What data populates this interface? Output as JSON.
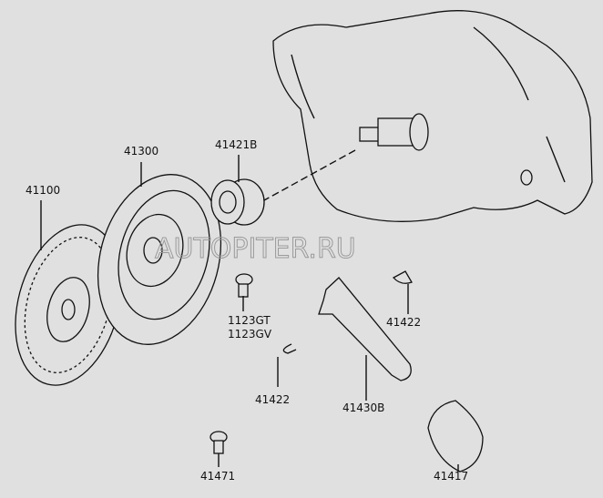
{
  "watermark": "AUTOPITER.RU",
  "labels": {
    "clutch_disc": "41100",
    "pressure_plate": "41300",
    "release_bearing": "41421B",
    "bolt_a": "1123GT",
    "bolt_b": "1123GV",
    "clip_right": "41422",
    "clip_left": "41422",
    "release_fork": "41430B",
    "pivot_bolt": "41471",
    "boot": "41417"
  }
}
